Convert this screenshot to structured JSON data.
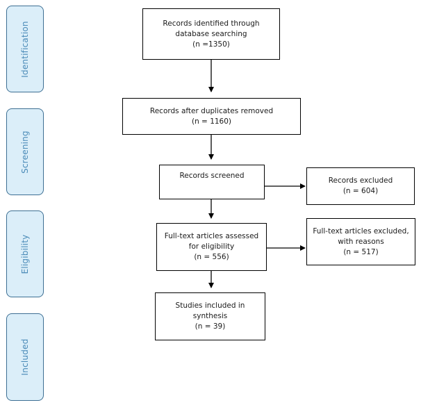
{
  "phases": {
    "identification": "Identification",
    "screening": "Screening",
    "eligibility": "Eligibility",
    "included": "Included"
  },
  "boxes": {
    "identified": {
      "line1": "Records identified through",
      "line2": "database searching",
      "line3": "(n =1350)"
    },
    "after_duplicates": {
      "line1": "Records after duplicates removed",
      "line2": "(n = 1160)"
    },
    "screened": {
      "line1": "Records screened"
    },
    "excluded": {
      "line1": "Records excluded",
      "line2": "(n = 604)"
    },
    "fulltext_assessed": {
      "line1": "Full-text articles assessed",
      "line2": "for eligibility",
      "line3": "(n = 556)"
    },
    "fulltext_excluded": {
      "line1": "Full-text articles excluded,",
      "line2": "with reasons",
      "line3": "(n = 517)"
    },
    "included": {
      "line1": "Studies included in",
      "line2": "synthesis",
      "line3": "(n = 39)"
    }
  }
}
